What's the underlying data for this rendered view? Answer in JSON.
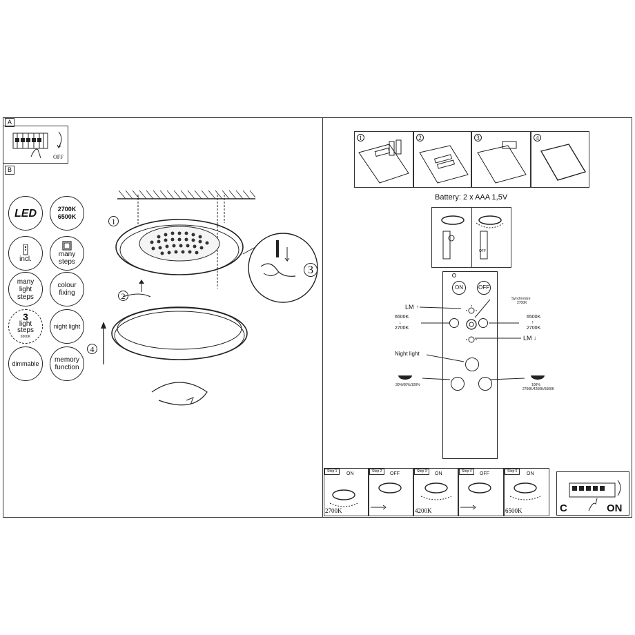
{
  "panels": {
    "a_label": "A",
    "b_label": "B",
    "a_off_text": "OFF"
  },
  "features": {
    "led": "LED",
    "cct": "2700K\n6500K",
    "remote_incl": "incl.",
    "many_steps": "many\nsteps",
    "many_light_steps": "many\nlight\nsteps",
    "colour_fixing": "colour\nfixing",
    "light_steps_num": "3",
    "light_steps_text": "light\nsteps",
    "light_steps_sub": "6500K",
    "night_light": "night light",
    "dimmable": "dimmable",
    "memory_function": "memory\nfunction"
  },
  "install": {
    "step1": "1",
    "step2": "2",
    "step3": "3",
    "step4": "4"
  },
  "battery": {
    "cells": [
      "1",
      "2",
      "3",
      "4"
    ],
    "label": "Battery: 2 x AAA 1,5V"
  },
  "pairing": {
    "off_label": "OFF"
  },
  "remote": {
    "on": "ON",
    "off": "OFF",
    "lm_up": "LM",
    "lm_down": "LM",
    "left_cct_top": "6500K",
    "left_cct_bottom": "2700K",
    "right_cct_top": "6500K",
    "right_cct_bottom": "2700K",
    "synchronize": "Synchronize",
    "synchronize_sub": "2700K",
    "night_light": "Night light",
    "left_dim": "30%/60%/100%",
    "right_dim_top": "100%",
    "right_dim_bottom": "2700K/4200K/6500K"
  },
  "sequence": {
    "steps": [
      {
        "tag": "Step 1",
        "state": "ON",
        "temp": "2700K"
      },
      {
        "tag": "Step 2",
        "state": "OFF",
        "temp": ""
      },
      {
        "tag": "Step 3",
        "state": "ON",
        "temp": "4200K"
      },
      {
        "tag": "Step 4",
        "state": "OFF",
        "temp": ""
      },
      {
        "tag": "Step 5",
        "state": "ON",
        "temp": "6500K"
      }
    ],
    "switch_c": "C",
    "switch_on": "ON"
  }
}
